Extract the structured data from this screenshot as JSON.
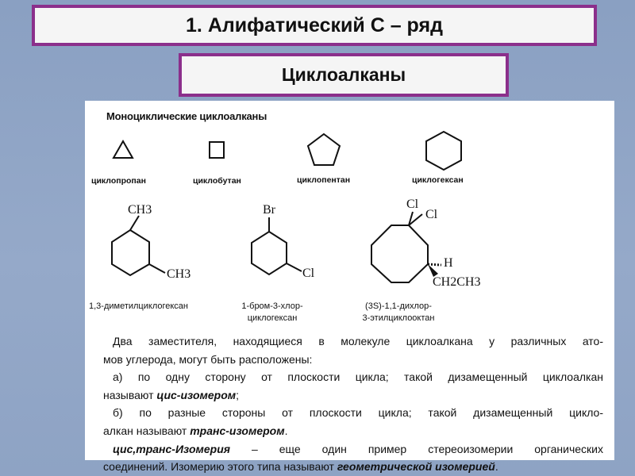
{
  "header": {
    "title": "1. Алифатический С – ряд",
    "subtitle": "Циклоалканы"
  },
  "content": {
    "heading": "Моноциклические циклоалканы",
    "rings": [
      {
        "name": "циклопропан"
      },
      {
        "name": "циклобутан"
      },
      {
        "name": "циклопентан"
      },
      {
        "name": "циклогексан"
      }
    ],
    "structures": {
      "s1": {
        "top_group": "CH3",
        "side_group": "CH3",
        "caption": "1,3-диметилциклогексан"
      },
      "s2": {
        "top_group": "Br",
        "side_group": "Cl",
        "caption_line1": "1-бром-3-хлор-",
        "caption_line2": "циклогексан"
      },
      "s3": {
        "cl_a": "Cl",
        "cl_b": "Cl",
        "h": "H",
        "ethyl": "CH2CH3",
        "caption_line1": "(3S)-1,1-дихлор-",
        "caption_line2": "3-этилциклооктан"
      }
    },
    "paragraph": {
      "l1": "Два заместителя, находящиеся в молекуле циклоалкана у различных ато-",
      "l2": "мов углерода, могут быть расположены:",
      "l3": "а) по одну сторону от плоскости цикла; такой дизамещенный циклоалкан",
      "l4_pre": "называют ",
      "l4_em": "цис-изомером",
      "l4_post": ";",
      "l5": "б) по разные стороны от плоскости цикла; такой дизамещенный цикло-",
      "l6_pre": "алкан называют ",
      "l6_em": "транс-изомером",
      "l6_post": ".",
      "l7_em": "цис,транс-Изомерия",
      "l7_post": " – еще один пример стереоизомерии органических",
      "l8_pre": "соединений. Изомерию этого типа называют ",
      "l8_em": "геометрической изомерией",
      "l8_post": "."
    }
  }
}
